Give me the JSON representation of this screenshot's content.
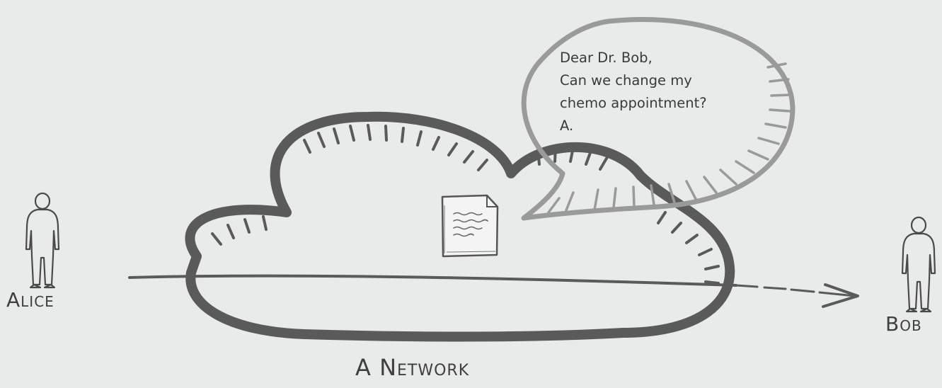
{
  "colors": {
    "background": "#e9eaea",
    "cloud_stroke": "#5a5a5a",
    "bubble_stroke": "#9a9a9a",
    "ink": "#3f3f3f"
  },
  "labels": {
    "alice": "Alice",
    "bob": "Bob",
    "network": "A Network"
  },
  "message": {
    "lines": [
      "Dear Dr. Bob,",
      "Can we change my",
      "chemo appointment?",
      "A."
    ]
  },
  "icons": {
    "alice": "person-icon",
    "bob": "person-icon",
    "document": "document-icon",
    "arrow": "arrow-icon",
    "cloud": "cloud-icon",
    "bubble": "speech-bubble-icon"
  }
}
